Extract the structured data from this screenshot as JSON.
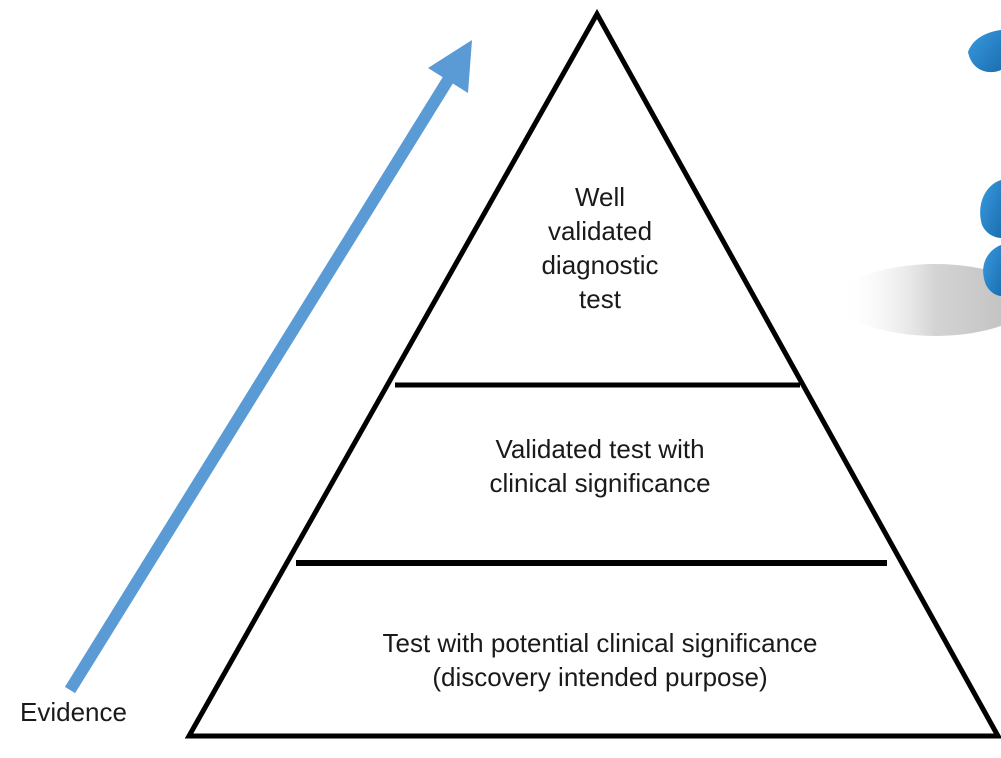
{
  "diagram": {
    "arrow_label": "Evidence",
    "tiers": [
      {
        "text": "Well\nvalidated\ndiagnostic\ntest"
      },
      {
        "text": "Validated test with\nclinical significance"
      },
      {
        "text": "Test with potential clinical significance\n(discovery intended purpose)"
      }
    ]
  },
  "colors": {
    "arrow": "#5b9bd5",
    "outline": "#000000",
    "logo_blue": "#2a86c9"
  },
  "icons": [
    "evidence-arrow-icon",
    "partial-logo-icon"
  ]
}
